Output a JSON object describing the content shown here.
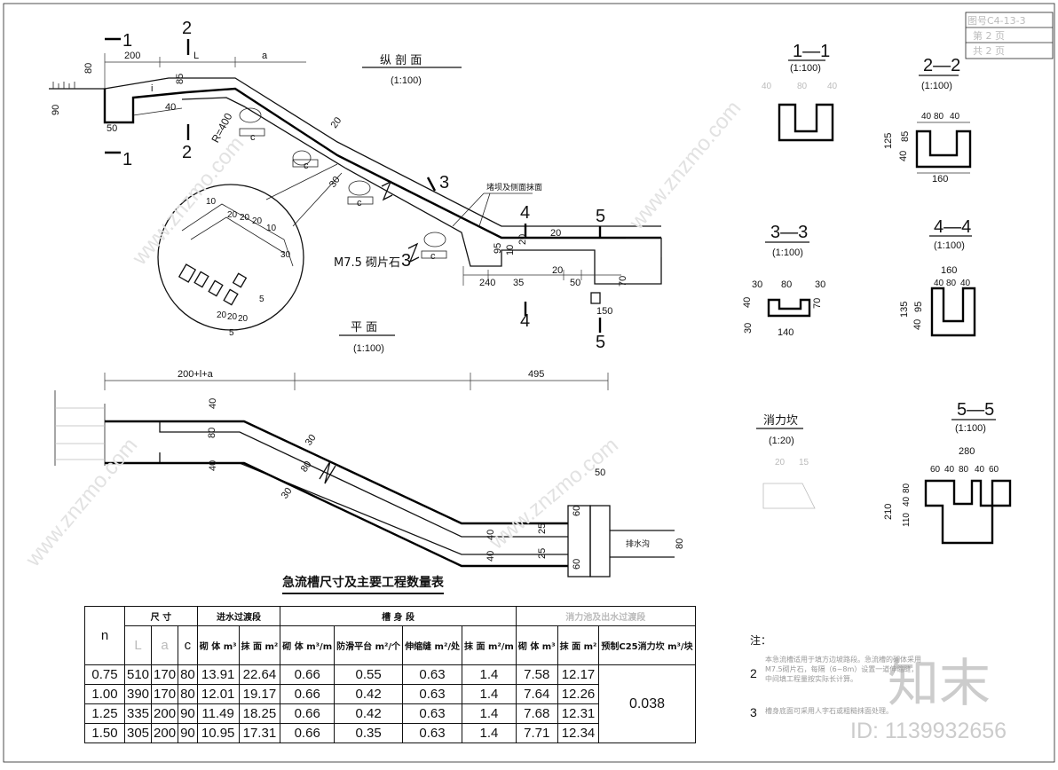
{
  "title_block": {
    "drawing_no": "图号C4-13-3",
    "sheet_label": "第  2  页",
    "total_label": "共  2  页"
  },
  "views": {
    "profile_title": "纵   剖   面",
    "profile_scale": "(1:100)",
    "plan_title": "平   面",
    "plan_scale": "(1:100)",
    "mortar_label": "M7.5 砌片石",
    "rubble_label": "堵坝及侧面抹面"
  },
  "sections": [
    {
      "title": "1—1",
      "scale": "(1:100)",
      "dims": [
        "40",
        "80",
        "40"
      ]
    },
    {
      "title": "2—2",
      "scale": "(1:100)",
      "dims": [
        "40",
        "80",
        "40",
        "160",
        "125",
        "85",
        "40"
      ]
    },
    {
      "title": "3—3",
      "scale": "(1:100)",
      "dims": [
        "30",
        "80",
        "30",
        "140",
        "40",
        "70",
        "30"
      ]
    },
    {
      "title": "4—4",
      "scale": "(1:100)",
      "dims": [
        "160",
        "40",
        "80",
        "40",
        "135",
        "95",
        "40"
      ]
    },
    {
      "title": "5—5",
      "scale": "(1:100)",
      "dims": [
        "280",
        "60",
        "40",
        "80",
        "40",
        "60",
        "210",
        "80",
        "40",
        "110"
      ]
    },
    {
      "title": "消力坎",
      "scale": "(1:20)",
      "dims": [
        "20",
        "15"
      ]
    }
  ],
  "profile_dims": {
    "top": [
      "200",
      "L",
      "a"
    ],
    "marks": [
      "1",
      "2",
      "3",
      "4",
      "5"
    ],
    "misc": [
      "80",
      "90",
      "50",
      "85",
      "40",
      "R=400",
      "i",
      "c",
      "20",
      "30",
      "10",
      "95",
      "20",
      "10",
      "20",
      "35",
      "240",
      "50",
      "70",
      "150",
      "50"
    ],
    "detail": [
      "10",
      "20",
      "20",
      "20",
      "10",
      "30",
      "5",
      "20",
      "20",
      "20",
      "5"
    ]
  },
  "plan_dims": {
    "top": [
      "200+l+a",
      "495"
    ],
    "misc": [
      "40",
      "80",
      "40",
      "30",
      "80",
      "30",
      "50",
      "60",
      "60",
      "40",
      "25",
      "25",
      "40",
      "80"
    ],
    "ditch_label": "排水沟"
  },
  "table": {
    "title": "急流槽尺寸及主要工程数量表",
    "group_headers": [
      "尺       寸",
      "进水过渡段",
      "槽    身    段",
      "消力池及出水过渡段"
    ],
    "sub_headers": [
      "n",
      "L",
      "a",
      "c",
      "砌 体 m³",
      "抹 面 m²",
      "砌 体 m³/m",
      "防滑平台 m²/个",
      "伸缩缝 m²/处",
      "抹 面 m²/m",
      "砌 体 m³",
      "抹 面 m²",
      "预制C25消力坎 m³/块"
    ],
    "rows": [
      [
        "0.75",
        "510",
        "170",
        "80",
        "13.91",
        "22.64",
        "0.66",
        "0.55",
        "0.63",
        "1.4",
        "7.58",
        "12.17"
      ],
      [
        "1.00",
        "390",
        "170",
        "80",
        "12.01",
        "19.17",
        "0.66",
        "0.42",
        "0.63",
        "1.4",
        "7.64",
        "12.26"
      ],
      [
        "1.25",
        "335",
        "200",
        "90",
        "11.49",
        "18.25",
        "0.66",
        "0.42",
        "0.63",
        "1.4",
        "7.68",
        "12.31"
      ],
      [
        "1.50",
        "305",
        "200",
        "90",
        "10.95",
        "17.31",
        "0.66",
        "0.35",
        "0.63",
        "1.4",
        "7.71",
        "12.34"
      ]
    ],
    "merged_value": "0.038"
  },
  "notes": {
    "heading": "注：",
    "items": [
      {
        "num": "2",
        "text": "本急流槽适用于填方边坡路段。急流槽的砌体采用M7.5砌片石，每隔（6~8m）设置一道伸缩缝，中间填工程量按实际长计算。"
      },
      {
        "num": "3",
        "text": "槽身底面可采用人字石或粗糙抹面处理。"
      }
    ]
  },
  "watermark": {
    "brand": "知末",
    "id_text": "ID: 1139932656",
    "site": "www.znzmo.com"
  }
}
